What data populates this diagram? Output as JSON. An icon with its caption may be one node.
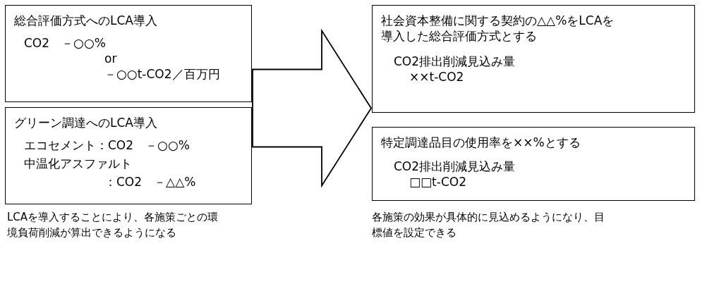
{
  "diagram": {
    "nodes": [
      {
        "text": [
          "総合評価方式へのLCA導入",
          "CO2　－○○%",
          "or",
          "－○○t-CO2／百万円"
        ]
      },
      {
        "text": [
          "グリーン調達へのLCA導入",
          "エコセメント：CO2　－○○%",
          "中温化アスファルト",
          "：CO2　－△△%"
        ]
      },
      {
        "text": [
          "社会資本整備に関する契約の△△%をLCAを導入した総合評価方式とする",
          "CO2排出削減見込み量",
          "××t-CO2"
        ]
      },
      {
        "text": [
          "特定調達品目の使用率を××%とする",
          "CO2排出削減見込み量",
          "□□t-CO2"
        ]
      }
    ],
    "edges": [
      {
        "from": 0,
        "to": 2,
        "arrow": "to",
        "style": "thick"
      },
      {
        "from": 1,
        "to": 3,
        "arrow": "to",
        "style": "thick"
      }
    ],
    "labels": [
      "LCAを導入することにより、各施策ごとの環境負荷削減が算出できるようになる",
      "各施策の効果が具体的に見込めるようになり、目標値を設定できる"
    ]
  }
}
